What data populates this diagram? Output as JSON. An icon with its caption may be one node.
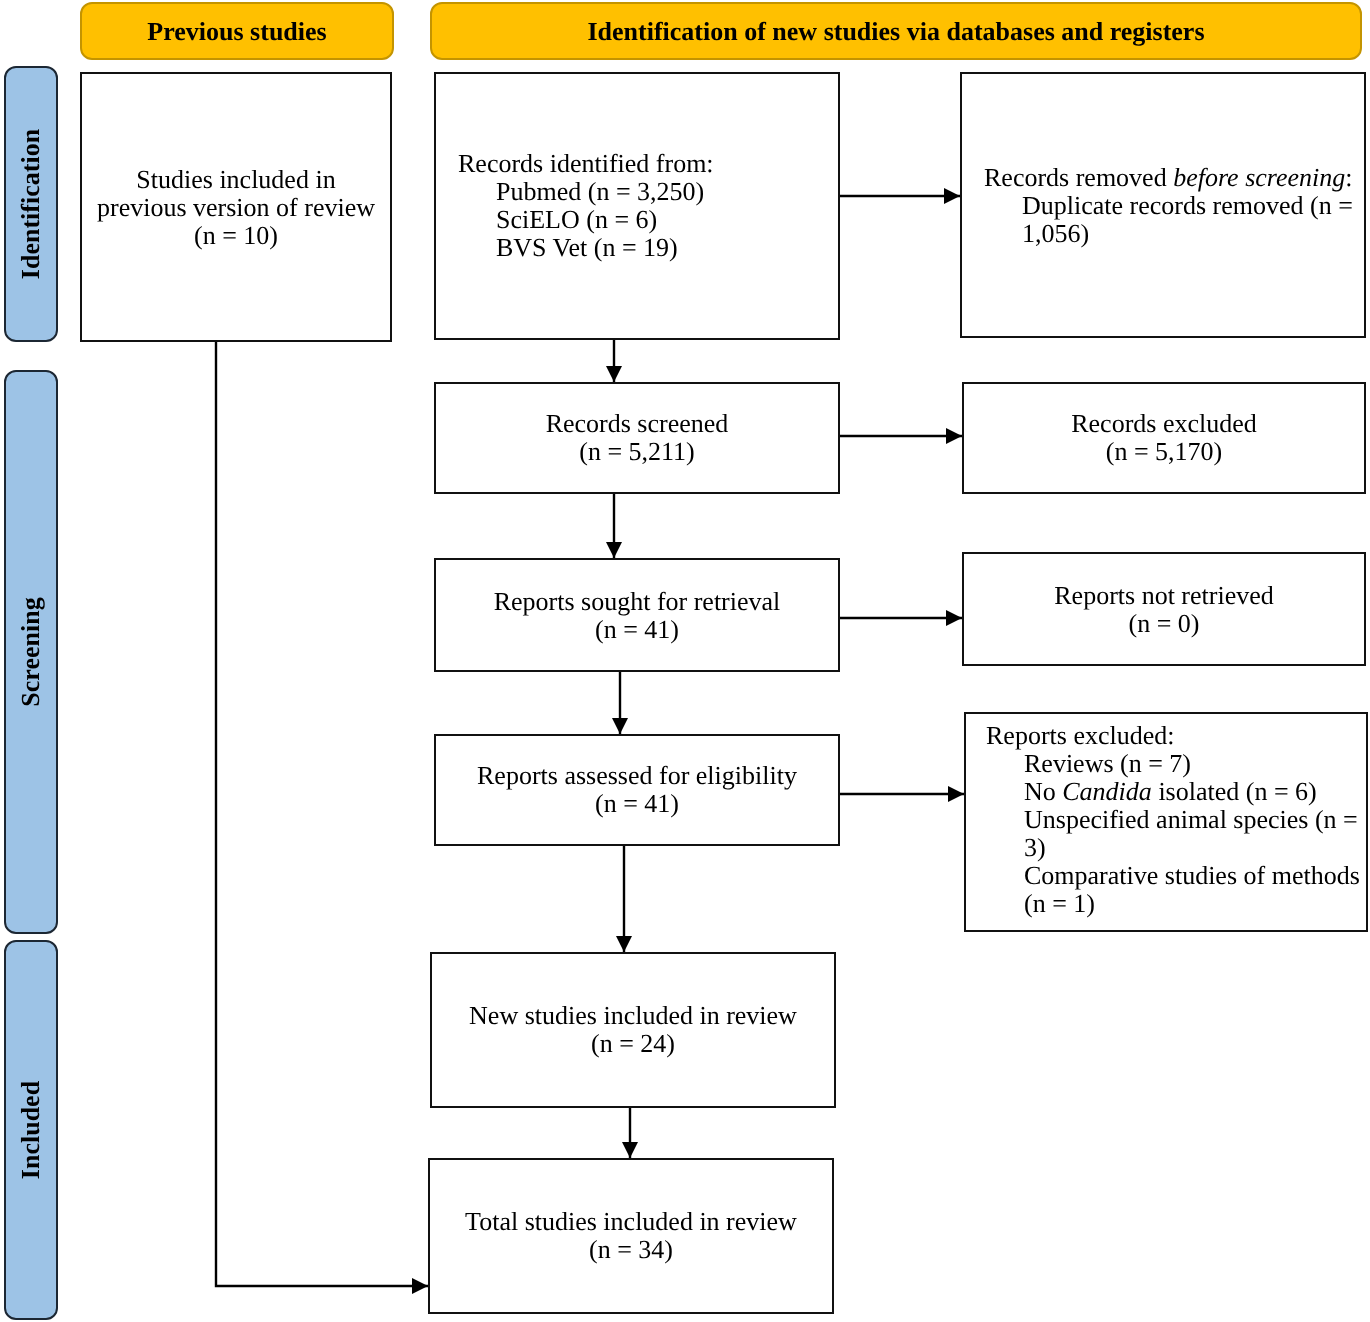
{
  "diagram": {
    "nodes": [
      {
        "text": [
          "Previous studies"
        ]
      },
      {
        "text": [
          "Identification of new studies via databases and registers"
        ]
      },
      {
        "text": [
          "Identification"
        ]
      },
      {
        "text": [
          "Screening"
        ]
      },
      {
        "text": [
          "Included"
        ]
      },
      {
        "text": [
          "Studies included in previous version of review",
          "(n = 10)"
        ]
      },
      {
        "text": [
          "Records identified from:",
          "Pubmed (n = 3,250)",
          "SciELO (n = 6)",
          "BVS Vet (n = 19)"
        ]
      },
      {
        "text": [
          "Records removed *before screening*:",
          "Duplicate records removed (n = 1,056)"
        ]
      },
      {
        "text": [
          "Records screened",
          "(n = 5,211)"
        ]
      },
      {
        "text": [
          "Records excluded",
          "(n = 5,170)"
        ]
      },
      {
        "text": [
          "Reports sought for retrieval",
          "(n = 41)"
        ]
      },
      {
        "text": [
          "Reports not retrieved",
          "(n = 0)"
        ]
      },
      {
        "text": [
          "Reports assessed for eligibility",
          "(n = 41)"
        ]
      },
      {
        "text": [
          "Reports excluded:",
          "Reviews (n = 7)",
          "No *Candida* isolated (n = 6)",
          "Unspecified animal species (n = 3)",
          "Comparative studies of methods (n = 1)"
        ]
      },
      {
        "text": [
          "New studies included in review",
          "(n = 24)"
        ]
      },
      {
        "text": [
          "Total studies included in review",
          "(n = 34)"
        ]
      }
    ],
    "edges": [
      {
        "from": 5,
        "to": 15,
        "arrow": "to"
      },
      {
        "from": 6,
        "to": 7,
        "arrow": "to"
      },
      {
        "from": 6,
        "to": 8,
        "arrow": "to"
      },
      {
        "from": 8,
        "to": 9,
        "arrow": "to"
      },
      {
        "from": 8,
        "to": 10,
        "arrow": "to"
      },
      {
        "from": 10,
        "to": 11,
        "arrow": "to"
      },
      {
        "from": 10,
        "to": 12,
        "arrow": "to"
      },
      {
        "from": 12,
        "to": 13,
        "arrow": "to"
      },
      {
        "from": 12,
        "to": 14,
        "arrow": "to"
      },
      {
        "from": 14,
        "to": 15,
        "arrow": "to"
      }
    ]
  }
}
